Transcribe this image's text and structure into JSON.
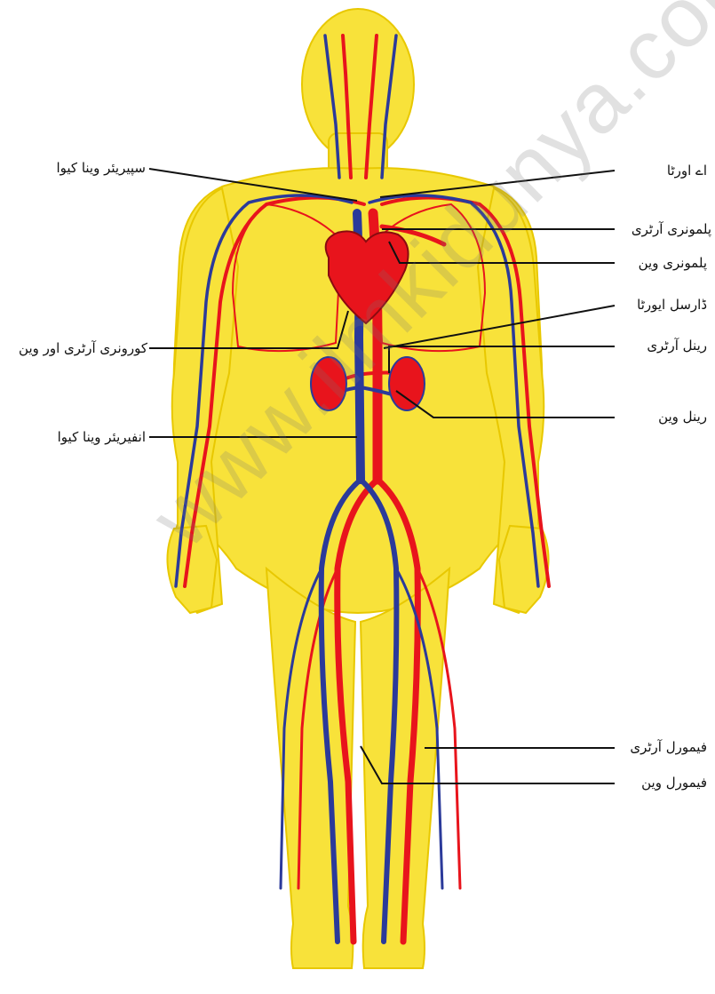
{
  "labels": {
    "superior_vena_cava": "سپیریئر وینا کیوا",
    "coronary_artery_vein": "کورونری آرٹری اور وین",
    "inferior_vena_cava": "انفیریئر وینا کیوا",
    "aorta": "اے اورٹا",
    "pulmonary_artery": "پلمونری آرٹری",
    "pulmonary_vein": "پلمونری وین",
    "dorsal_aorta": "ڈارسل ایورٹا",
    "renal_artery": "رینل آرٹری",
    "renal_vein": "رینل وین",
    "femoral_artery": "فیمورل آرٹری",
    "femoral_vein": "فیمورل وین"
  },
  "watermark": "www.ilmkidunya.com",
  "colors": {
    "body": "#f8e23a",
    "body_outline": "#e8c800",
    "artery": "#e8141c",
    "vein": "#2b3a9a",
    "leader_line": "#111111"
  }
}
